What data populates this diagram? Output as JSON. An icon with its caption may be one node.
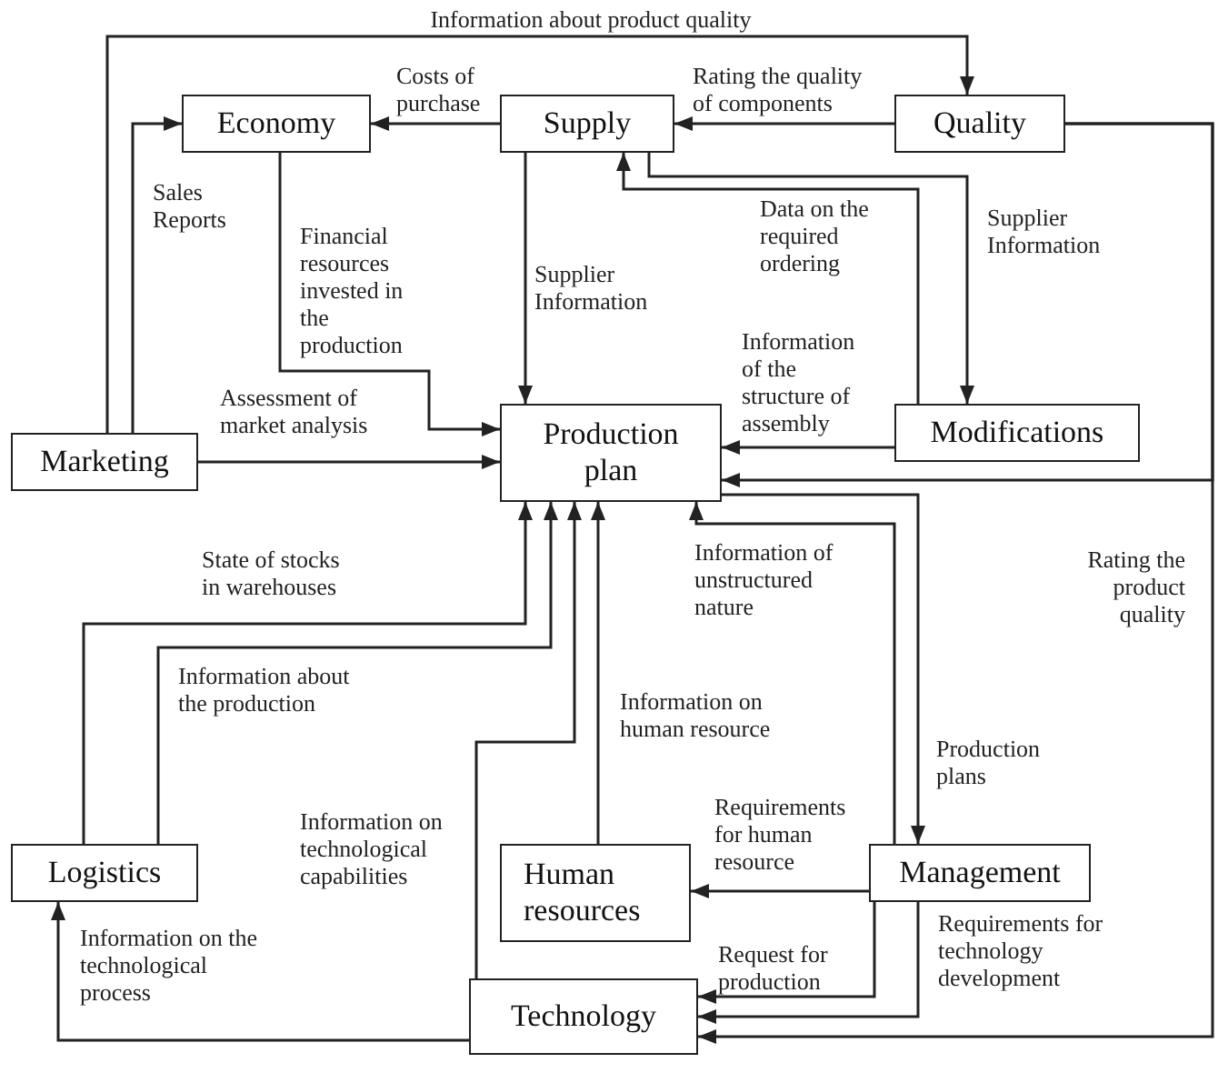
{
  "diagram": {
    "nodes": [
      {
        "text": [
          "Economy"
        ]
      },
      {
        "text": [
          "Supply"
        ]
      },
      {
        "text": [
          "Quality"
        ]
      },
      {
        "text": [
          "Marketing"
        ]
      },
      {
        "text": [
          "Production plan"
        ]
      },
      {
        "text": [
          "Modifications"
        ]
      },
      {
        "text": [
          "Logistics"
        ]
      },
      {
        "text": [
          "Human resources"
        ]
      },
      {
        "text": [
          "Management"
        ]
      },
      {
        "text": [
          "Technology"
        ]
      }
    ],
    "edges": [
      {
        "from": 3,
        "to": 2,
        "arrow": "to",
        "label": "Information about product quality"
      },
      {
        "from": 3,
        "to": 0,
        "arrow": "to",
        "label": "Sales Reports"
      },
      {
        "from": 1,
        "to": 0,
        "arrow": "to",
        "label": "Costs of purchase"
      },
      {
        "from": 2,
        "to": 1,
        "arrow": "to",
        "label": "Rating the quality of components"
      },
      {
        "from": 0,
        "to": 4,
        "arrow": "to",
        "label": "Financial resources invested in the production"
      },
      {
        "from": 3,
        "to": 4,
        "arrow": "to",
        "label": "Assessment of market analysis"
      },
      {
        "from": 1,
        "to": 4,
        "arrow": "to",
        "label": "Supplier Information"
      },
      {
        "from": 5,
        "to": 1,
        "arrow": "to",
        "label": "Data on the required ordering"
      },
      {
        "from": 1,
        "to": 5,
        "arrow": "to",
        "label": "Supplier Information"
      },
      {
        "from": 5,
        "to": 4,
        "arrow": "to",
        "label": "Information of the structure of assembly"
      },
      {
        "from": 2,
        "to": 4,
        "arrow": "to"
      },
      {
        "from": 2,
        "to": 9,
        "arrow": "to",
        "label": "Rating the product quality"
      },
      {
        "from": 6,
        "to": 4,
        "arrow": "to",
        "label": "State of stocks in warehouses"
      },
      {
        "from": 6,
        "to": 4,
        "arrow": "to",
        "label": "Information about the production"
      },
      {
        "from": 9,
        "to": 4,
        "arrow": "to",
        "label": "Information on technological capabilities"
      },
      {
        "from": 7,
        "to": 4,
        "arrow": "to",
        "label": "Information on human resource"
      },
      {
        "from": 8,
        "to": 4,
        "arrow": "to",
        "label": "Information of unstructured nature"
      },
      {
        "from": 4,
        "to": 8,
        "arrow": "to",
        "label": "Production plans"
      },
      {
        "from": 8,
        "to": 7,
        "arrow": "to",
        "label": "Requirements for human resource"
      },
      {
        "from": 8,
        "to": 9,
        "arrow": "to",
        "label": "Request for production"
      },
      {
        "from": 8,
        "to": 9,
        "arrow": "to",
        "label": "Requirements for technology development"
      },
      {
        "from": 9,
        "to": 6,
        "arrow": "to",
        "label": "Information on the technological process"
      }
    ]
  }
}
